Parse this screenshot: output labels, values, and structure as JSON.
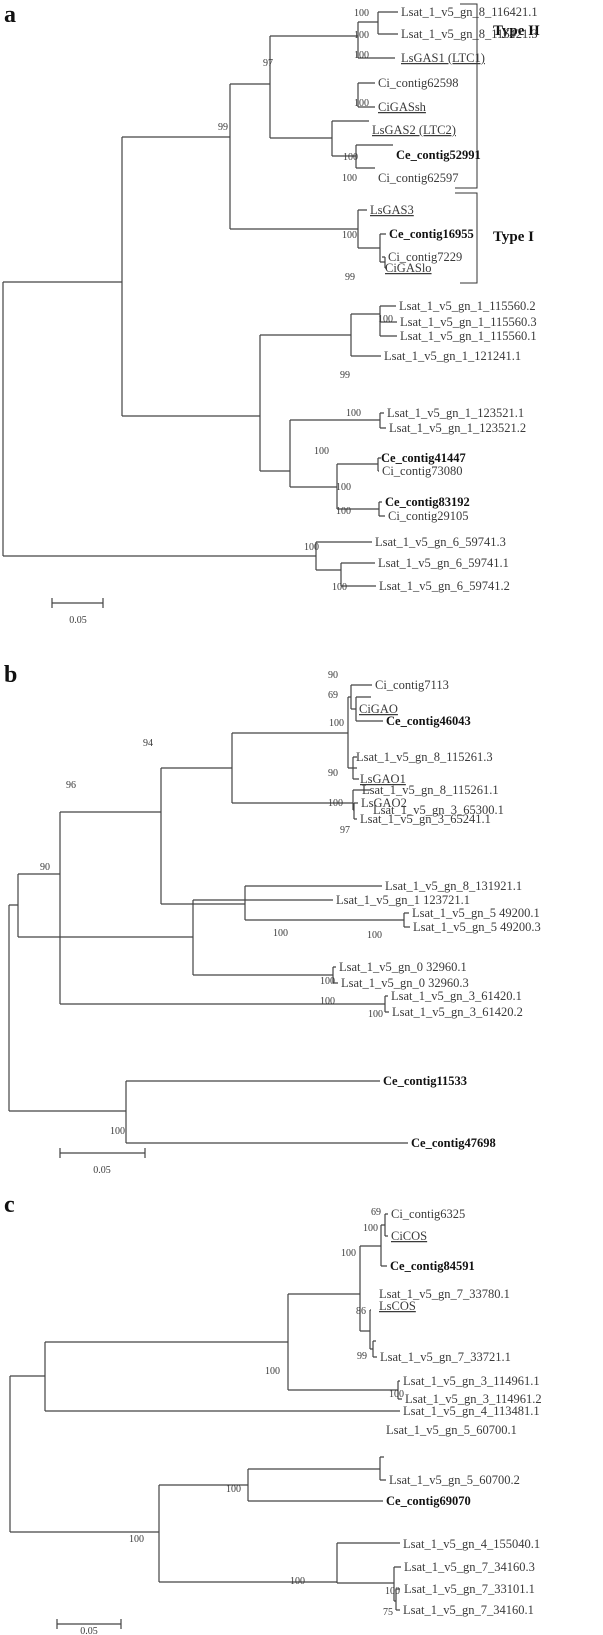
{
  "panels": {
    "a": {
      "label": "a",
      "group_type2": "Type II",
      "group_type1": "Type I",
      "scale": "0.05",
      "leaves": [
        {
          "text": "Lsat_1_v5_gn_8_116421.1",
          "bold": false,
          "underline": false
        },
        {
          "text": "Lsat_1_v5_gn_8_116421.3",
          "bold": false,
          "underline": false
        },
        {
          "text": "LsGAS1 (LTC1)",
          "bold": false,
          "underline": true
        },
        {
          "text": "Ci_contig62598",
          "bold": false,
          "underline": false
        },
        {
          "text": "CiGASsh",
          "bold": false,
          "underline": true
        },
        {
          "text": "LsGAS2 (LTC2)",
          "bold": false,
          "underline": true
        },
        {
          "text": "Ce_contig52991",
          "bold": true,
          "underline": false
        },
        {
          "text": "Ci_contig62597",
          "bold": false,
          "underline": false
        },
        {
          "text": "LsGAS3",
          "bold": false,
          "underline": true
        },
        {
          "text": "Ce_contig16955",
          "bold": true,
          "underline": false
        },
        {
          "text": "Ci_contig7229",
          "bold": false,
          "underline": false
        },
        {
          "text": "CiGASlo",
          "bold": false,
          "underline": true
        },
        {
          "text": "Lsat_1_v5_gn_1_115560.2",
          "bold": false,
          "underline": false
        },
        {
          "text": "Lsat_1_v5_gn_1_115560.3",
          "bold": false,
          "underline": false
        },
        {
          "text": "Lsat_1_v5_gn_1_115560.1",
          "bold": false,
          "underline": false
        },
        {
          "text": "Lsat_1_v5_gn_1_121241.1",
          "bold": false,
          "underline": false
        },
        {
          "text": "Lsat_1_v5_gn_1_123521.1",
          "bold": false,
          "underline": false
        },
        {
          "text": "Lsat_1_v5_gn_1_123521.2",
          "bold": false,
          "underline": false
        },
        {
          "text": "Ce_contig41447",
          "bold": true,
          "underline": false
        },
        {
          "text": "Ci_contig73080",
          "bold": false,
          "underline": false
        },
        {
          "text": "Ce_contig83192",
          "bold": true,
          "underline": false
        },
        {
          "text": "Ci_contig29105",
          "bold": false,
          "underline": false
        },
        {
          "text": "Lsat_1_v5_gn_6_59741.3",
          "bold": false,
          "underline": false
        },
        {
          "text": "Lsat_1_v5_gn_6_59741.1",
          "bold": false,
          "underline": false
        },
        {
          "text": "Lsat_1_v5_gn_6_59741.2",
          "bold": false,
          "underline": false
        }
      ],
      "bootstrap": [
        "100",
        "100",
        "100",
        "100",
        "99",
        "97",
        "100",
        "100",
        "99",
        "100",
        "100",
        "100",
        "99",
        "100",
        "100",
        "100",
        "100",
        "100"
      ]
    },
    "b": {
      "label": "b",
      "scale": "0.05",
      "leaves": [
        {
          "text": "Ci_contig7113",
          "bold": false,
          "underline": false
        },
        {
          "text": "CiGAO",
          "bold": false,
          "underline": true
        },
        {
          "text": "Ce_contig46043",
          "bold": true,
          "underline": false
        },
        {
          "text": "Lsat_1_v5_gn_8_115261.3",
          "bold": false,
          "underline": false
        },
        {
          "text": "LsGAO1",
          "bold": false,
          "underline": true
        },
        {
          "text": "Lsat_1_v5_gn_8_115261.1",
          "bold": false,
          "underline": false
        },
        {
          "text": "Lsat_1_v5_gn_3_65300.1",
          "bold": false,
          "underline": false
        },
        {
          "text": "LsGAO2",
          "bold": false,
          "underline": false
        },
        {
          "text": "Lsat_1_v5_gn_3_65241.1",
          "bold": false,
          "underline": false
        },
        {
          "text": "Lsat_1_v5_gn_8_131921.1",
          "bold": false,
          "underline": false
        },
        {
          "text": "Lsat_1_v5_gn_5 49200.1",
          "bold": false,
          "underline": false
        },
        {
          "text": "Lsat_1_v5_gn_5 49200.3",
          "bold": false,
          "underline": false
        },
        {
          "text": "Lsat_1_v5_gn_3_61420.1",
          "bold": false,
          "underline": false
        },
        {
          "text": "Lsat_1_v5_gn_3_61420.2",
          "bold": false,
          "underline": false
        },
        {
          "text": "Lsat_1_v5_gn_1 123721.1",
          "bold": false,
          "underline": false
        },
        {
          "text": "Lsat_1_v5_gn_0 32960.1",
          "bold": false,
          "underline": false
        },
        {
          "text": "Lsat_1_v5_gn_0 32960.3",
          "bold": false,
          "underline": false
        },
        {
          "text": "Ce_contig11533",
          "bold": true,
          "underline": false
        },
        {
          "text": "Ce_contig47698",
          "bold": true,
          "underline": false
        }
      ],
      "bootstrap": [
        "90",
        "69",
        "100",
        "90",
        "94",
        "100",
        "97",
        "96",
        "100",
        "100",
        "90",
        "100",
        "100",
        "100",
        "100"
      ]
    },
    "c": {
      "label": "c",
      "scale": "0.05",
      "leaves": [
        {
          "text": "Ci_contig6325",
          "bold": false,
          "underline": false
        },
        {
          "text": "CiCOS",
          "bold": false,
          "underline": true
        },
        {
          "text": "Ce_contig84591",
          "bold": true,
          "underline": false
        },
        {
          "text": "Lsat_1_v5_gn_7_33780.1",
          "bold": false,
          "underline": false
        },
        {
          "text": "LsCOS",
          "bold": false,
          "underline": true
        },
        {
          "text": "Lsat_1_v5_gn_7_33721.1",
          "bold": false,
          "underline": false
        },
        {
          "text": "Lsat_1_v5_gn_3_114961.1",
          "bold": false,
          "underline": false
        },
        {
          "text": "Lsat_1_v5_gn_3_114961.2",
          "bold": false,
          "underline": false
        },
        {
          "text": "Lsat_1_v5_gn_4_113481.1",
          "bold": false,
          "underline": false
        },
        {
          "text": "Lsat_1_v5_gn_5_60700.1",
          "bold": false,
          "underline": false
        },
        {
          "text": "Lsat_1_v5_gn_5_60700.2",
          "bold": false,
          "underline": false
        },
        {
          "text": "Ce_contig69070",
          "bold": true,
          "underline": false
        },
        {
          "text": "Lsat_1_v5_gn_4_155040.1",
          "bold": false,
          "underline": false
        },
        {
          "text": "Lsat_1_v5_gn_7_34160.3",
          "bold": false,
          "underline": false
        },
        {
          "text": "Lsat_1_v5_gn_7_33101.1",
          "bold": false,
          "underline": false
        },
        {
          "text": "Lsat_1_v5_gn_7_34160.1",
          "bold": false,
          "underline": false
        }
      ],
      "bootstrap": [
        "69",
        "100",
        "100",
        "86",
        "99",
        "100",
        "100",
        "100",
        "100",
        "100",
        "100",
        "75"
      ]
    }
  }
}
